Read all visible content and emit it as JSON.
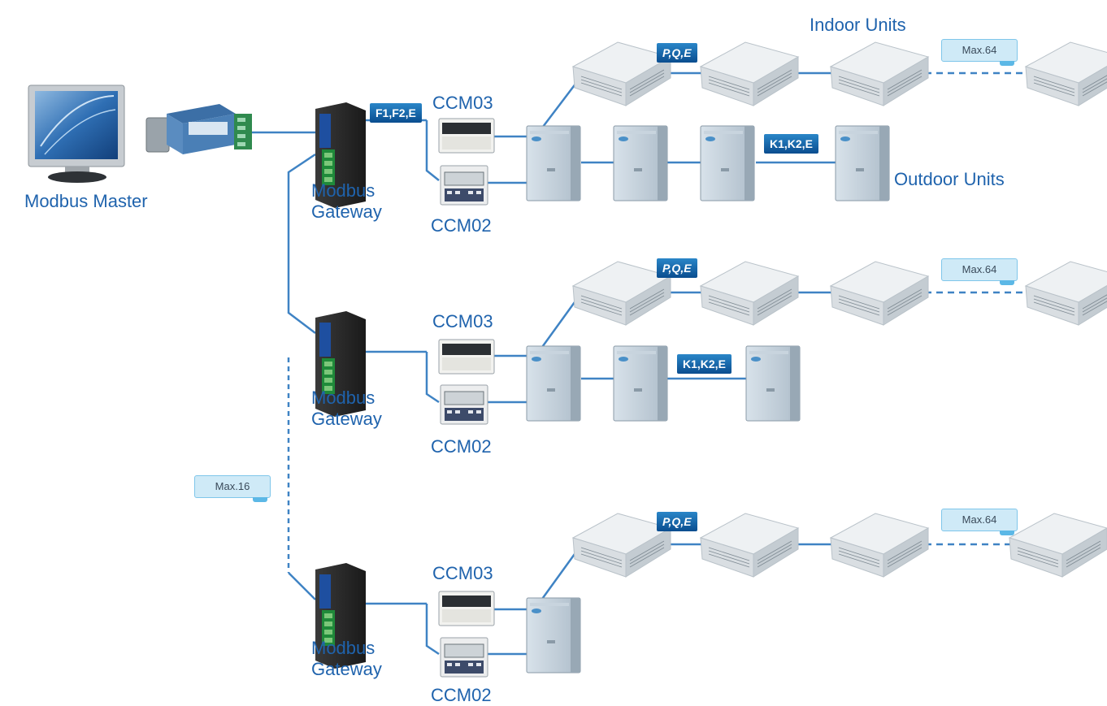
{
  "labels": {
    "modbus_master": "Modbus Master",
    "indoor_units": "Indoor Units",
    "outdoor_units": "Outdoor Units",
    "gateway_line1": "Modbus",
    "gateway_line2": "Gateway",
    "ccm03": "CCM03",
    "ccm02": "CCM02"
  },
  "bus_tags": {
    "f1f2e": "F1,F2,E",
    "pqe": "P,Q,E",
    "k1k2e": "K1,K2,E"
  },
  "limits": {
    "indoor_max": "Max.64",
    "gateway_max": "Max.16"
  },
  "colors": {
    "line": "#3f83c4",
    "label_text": "#1f63ad",
    "tag_bg": "#0a4d8f"
  }
}
